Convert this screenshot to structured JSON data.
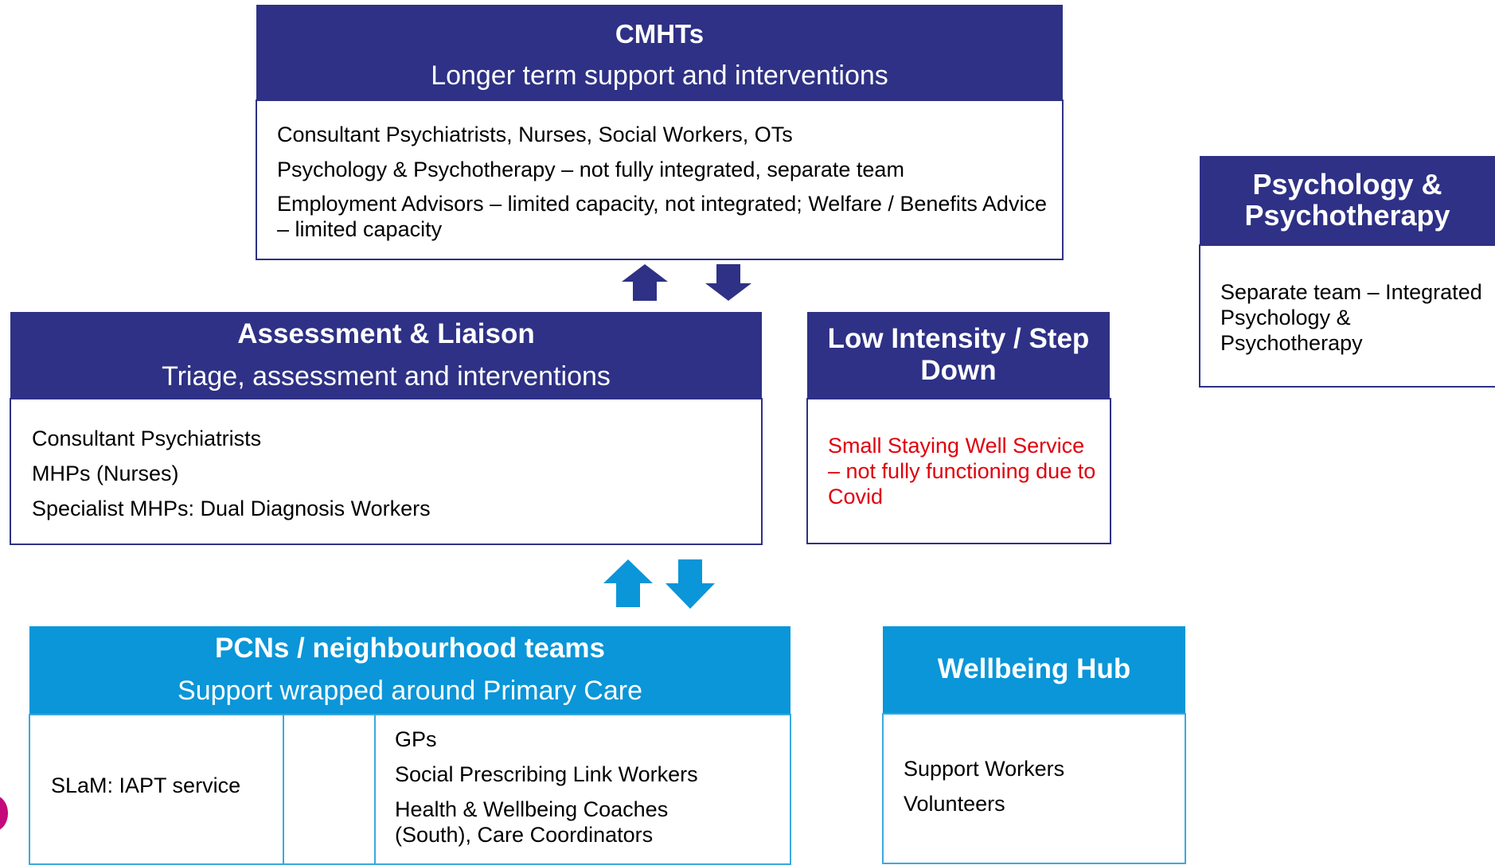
{
  "colors": {
    "navy": "#2e3185",
    "cyan": "#0a96d8",
    "warning_text": "#e0000d",
    "pink_edge": "#c4097b"
  },
  "cmhts": {
    "title": "CMHTs",
    "subtitle": "Longer term support and interventions",
    "items": [
      "Consultant Psychiatrists, Nurses, Social Workers, OTs",
      "Psychology & Psychotherapy – not fully integrated, separate team",
      "Employment Advisors – limited capacity, not integrated; Welfare / Benefits Advice – limited capacity"
    ]
  },
  "psychology": {
    "title": "Psychology & Psychotherapy",
    "body": "Separate team – Integrated Psychology & Psychotherapy"
  },
  "assessment": {
    "title": "Assessment & Liaison",
    "subtitle": "Triage, assessment and interventions",
    "items": [
      "Consultant Psychiatrists",
      "MHPs (Nurses)",
      "Specialist MHPs: Dual Diagnosis Workers"
    ]
  },
  "low_intensity": {
    "title": "Low Intensity / Step Down",
    "body": "Small Staying Well Service – not fully functioning due to Covid"
  },
  "pcns": {
    "title": "PCNs / neighbourhood teams",
    "subtitle": "Support wrapped around Primary Care",
    "left_cell": "SLaM: IAPT service",
    "right_items": [
      "GPs",
      "Social Prescribing Link Workers",
      "Health & Wellbeing Coaches (South), Care Coordinators"
    ]
  },
  "wellbeing": {
    "title": "Wellbeing Hub",
    "items": [
      "Support Workers",
      "Volunteers"
    ]
  },
  "arrows": {
    "top": [
      "up",
      "down"
    ],
    "middle": [
      "up",
      "down"
    ]
  }
}
